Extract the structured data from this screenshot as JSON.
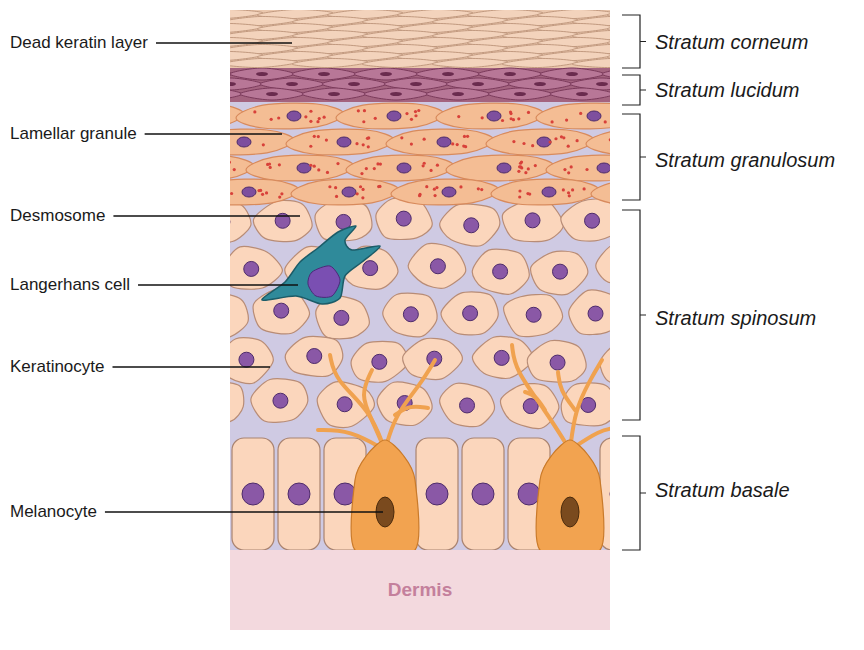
{
  "diagram": {
    "nodes": [
      {
        "text": [
          "Dermis"
        ]
      }
    ],
    "labels": [
      "Dead keratin layer",
      "Lamellar granule",
      "Desmosome",
      "Langerhans cell",
      "Keratinocyte",
      "Melanocyte",
      "Stratum corneum",
      "Stratum lucidum",
      "Stratum granulosum",
      "Stratum spinosum",
      "Stratum basale"
    ]
  }
}
